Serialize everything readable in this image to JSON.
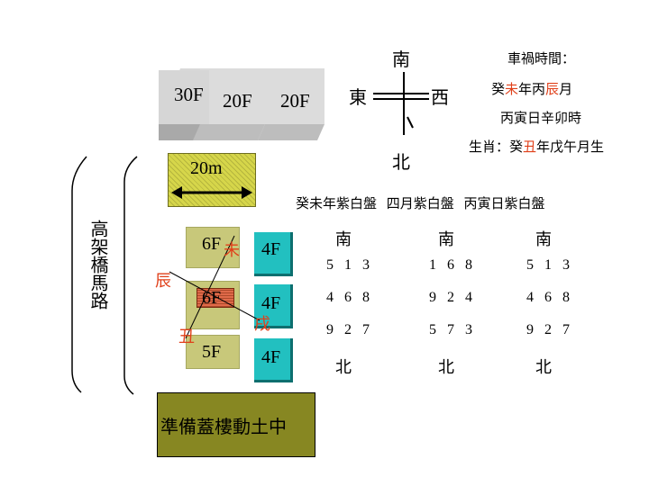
{
  "top_blocks": [
    "30F",
    "20F",
    "20F"
  ],
  "distance": {
    "label": "20m"
  },
  "road": {
    "label": "高架橋馬路"
  },
  "buildings": {
    "left": [
      "6F",
      "6F",
      "5F"
    ],
    "right": [
      "4F",
      "4F",
      "4F"
    ]
  },
  "branches": [
    "未",
    "辰",
    "戌",
    "丑"
  ],
  "banner": "準備蓋樓動土中",
  "compass": {
    "south": "南",
    "east": "東",
    "west": "西",
    "north": "北"
  },
  "accident": {
    "title": "車禍時間：",
    "line1_a": "癸",
    "line1_b": "未",
    "line1_c": "年丙",
    "line1_d": "辰",
    "line1_e": "月",
    "line2": "丙寅日辛卯時",
    "line3_a": "生肖：癸",
    "line3_b": "丑",
    "line3_c": "年戊午月生"
  },
  "charts_title": "癸未年紫白盤 四月紫白盤 丙寅日紫白盤",
  "charts": [
    {
      "top": "南",
      "rows": [
        "5 1 3",
        "4 6 8",
        "9 2 7"
      ],
      "bottom": "北"
    },
    {
      "top": "南",
      "rows": [
        "1 6 8",
        "9 2 4",
        "5 7 3"
      ],
      "bottom": "北"
    },
    {
      "top": "南",
      "rows": [
        "5 1 3",
        "4 6 8",
        "9 2 7"
      ],
      "bottom": "北"
    }
  ]
}
